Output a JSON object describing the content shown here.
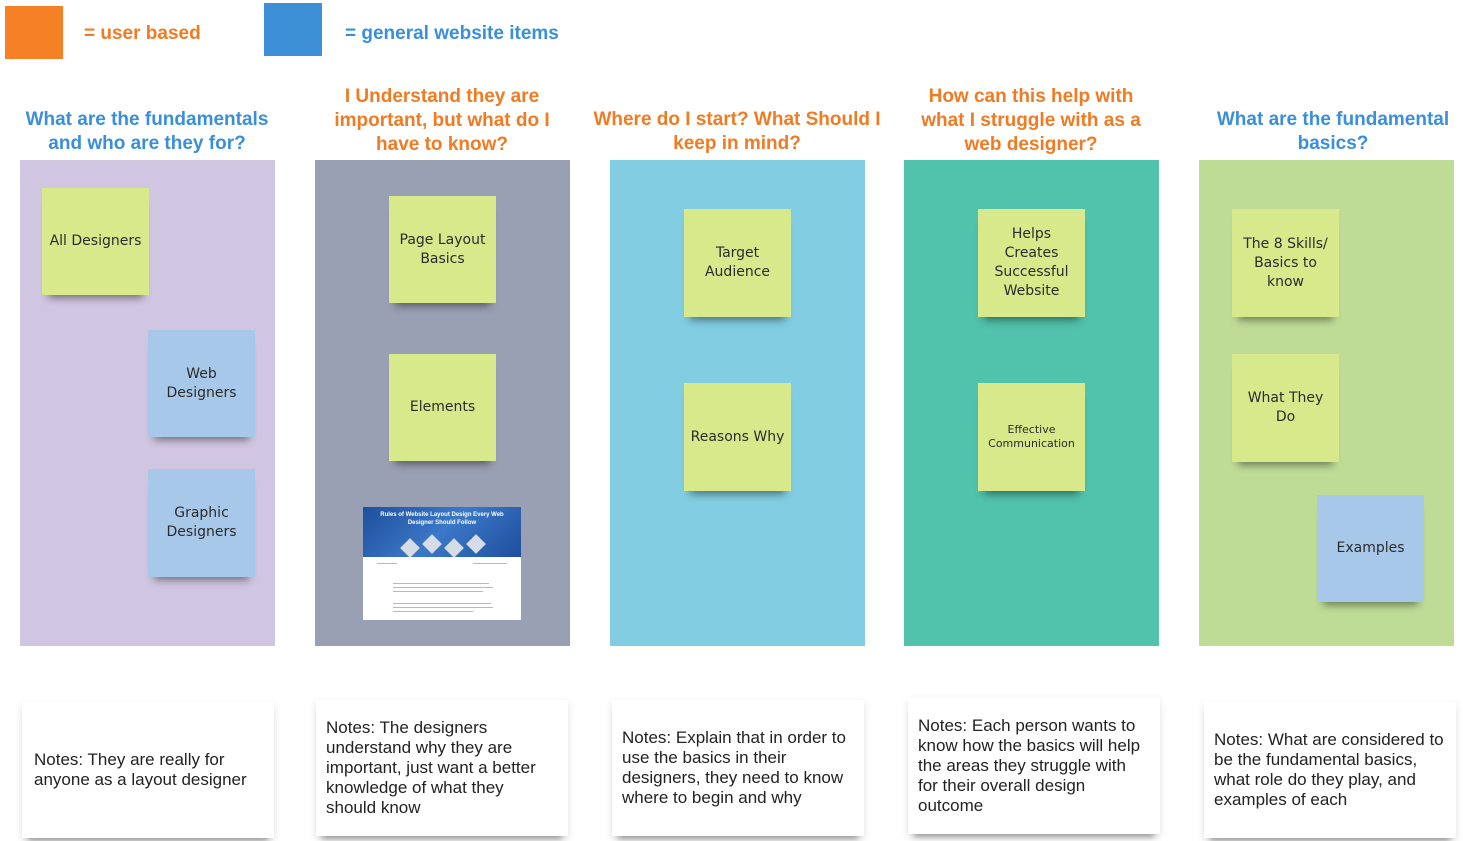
{
  "legend": {
    "user_based": {
      "label": "= user based",
      "color": "#f58025"
    },
    "general": {
      "label": "= general website items",
      "color": "#3d8fd6"
    }
  },
  "colors": {
    "orange_text": "#f07b22",
    "blue_text": "#3a8fd8",
    "col1_bg": "#d1c6e2",
    "col2_bg": "#9aa0b3",
    "col3_bg": "#82cde2",
    "col4_bg": "#51c2ac",
    "col5_bg": "#bfdc97",
    "sticky_yellow": "#d8e98c",
    "sticky_blue": "#a8c8ea"
  },
  "columns": [
    {
      "heading": "What are the fundamentals and who are they for?",
      "heading_color": "blue",
      "stickies": [
        "All Designers",
        "Web Designers",
        "Graphic Designers"
      ],
      "note": "Notes: They are really for anyone as a layout designer"
    },
    {
      "heading": "I Understand they are important, but what do I have to know?",
      "heading_color": "orange",
      "stickies": [
        "Page Layout Basics",
        "Elements"
      ],
      "thumbnail": {
        "title": "Rules of Website Layout Design Every Web Designer Should Follow"
      },
      "note": "Notes: The designers understand why they are important, just want a better knowledge of what they should know"
    },
    {
      "heading": "Where do I start? What Should I keep in mind?",
      "heading_color": "orange",
      "stickies": [
        "Target Audience",
        "Reasons Why"
      ],
      "note": "Notes: Explain that in order to use the basics in their designers, they need to know where to begin and why"
    },
    {
      "heading": "How can this help with what I struggle with as a web designer?",
      "heading_color": "orange",
      "stickies": [
        "Helps Creates Successful Website",
        "Effective Communication"
      ],
      "note": "Notes: Each person wants to know how the basics will help the areas they struggle with for their overall design outcome"
    },
    {
      "heading": "What are the fundamental basics?",
      "heading_color": "blue",
      "stickies": [
        "The 8 Skills/ Basics to know",
        "What They Do",
        "Examples"
      ],
      "note": "Notes: What are considered to be the fundamental basics, what role do they play, and examples of each"
    }
  ]
}
